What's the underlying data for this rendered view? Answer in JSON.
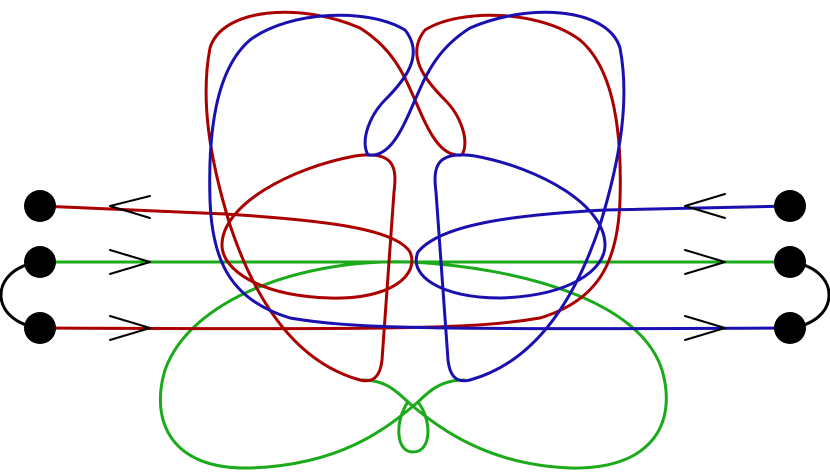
{
  "diagram": {
    "type": "tangle-diagram",
    "strand_count": 3,
    "endpoint_count": 6,
    "colors": {
      "red": "#aa0000",
      "blue": "#1a10b0",
      "green": "#1aaa1a",
      "node": "#000000",
      "arrow": "#000000",
      "background": "#ffffff"
    },
    "strands": [
      {
        "color": "red",
        "direction_left_top": "leftward",
        "direction_left_bottom": "rightward"
      },
      {
        "color": "blue",
        "direction_right_top": "leftward",
        "direction_right_bottom": "rightward"
      },
      {
        "color": "green",
        "direction": "rightward"
      }
    ]
  }
}
